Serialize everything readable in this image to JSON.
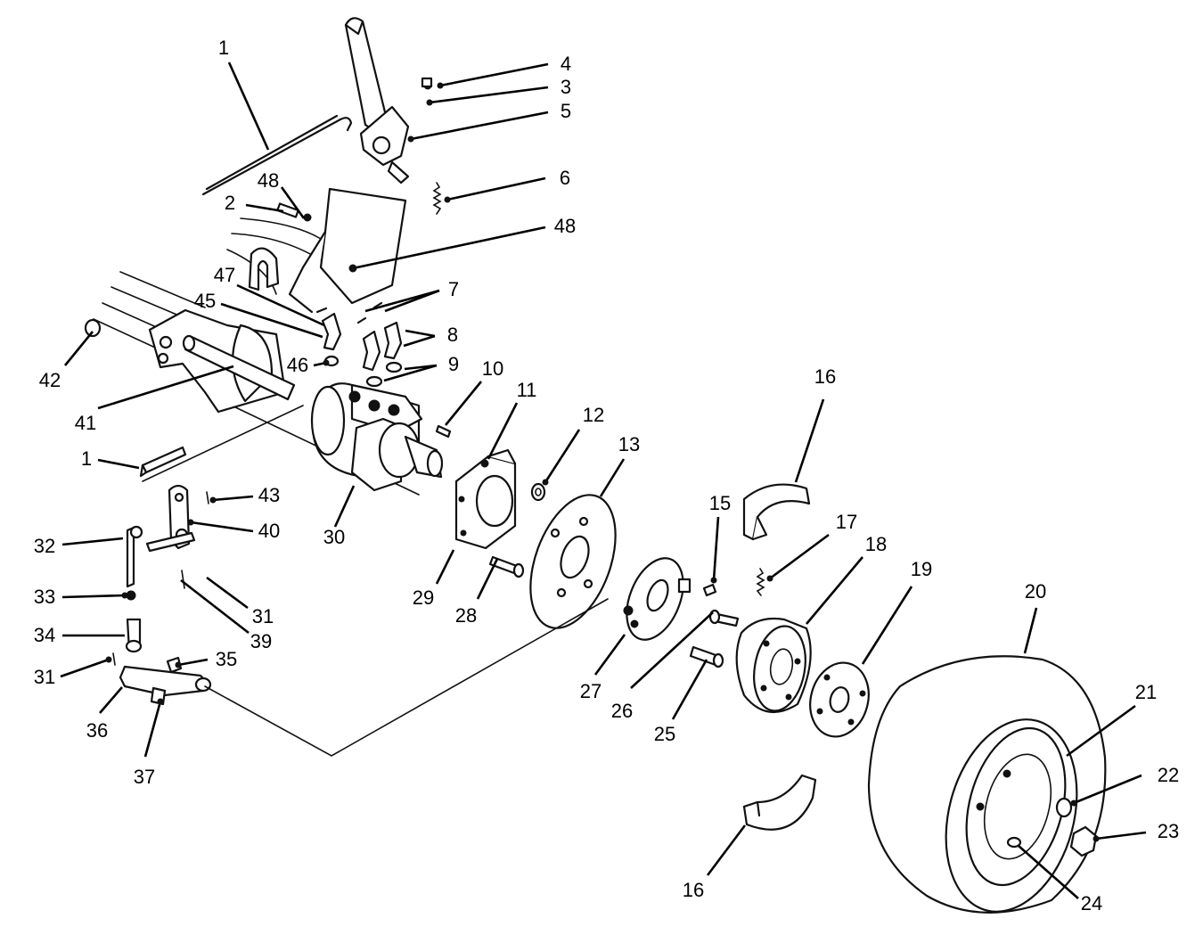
{
  "callouts": [
    {
      "id": "c1a",
      "text": "1"
    },
    {
      "id": "c2",
      "text": "2"
    },
    {
      "id": "c3",
      "text": "3"
    },
    {
      "id": "c4",
      "text": "4"
    },
    {
      "id": "c5",
      "text": "5"
    },
    {
      "id": "c6",
      "text": "6"
    },
    {
      "id": "c48a",
      "text": "48"
    },
    {
      "id": "c48b",
      "text": "48"
    },
    {
      "id": "c7",
      "text": "7"
    },
    {
      "id": "c8",
      "text": "8"
    },
    {
      "id": "c9",
      "text": "9"
    },
    {
      "id": "c10",
      "text": "10"
    },
    {
      "id": "c11",
      "text": "11"
    },
    {
      "id": "c12",
      "text": "12"
    },
    {
      "id": "c13",
      "text": "13"
    },
    {
      "id": "c16a",
      "text": "16"
    },
    {
      "id": "c15",
      "text": "15"
    },
    {
      "id": "c17",
      "text": "17"
    },
    {
      "id": "c18",
      "text": "18"
    },
    {
      "id": "c19",
      "text": "19"
    },
    {
      "id": "c20",
      "text": "20"
    },
    {
      "id": "c21",
      "text": "21"
    },
    {
      "id": "c22",
      "text": "22"
    },
    {
      "id": "c23",
      "text": "23"
    },
    {
      "id": "c24",
      "text": "24"
    },
    {
      "id": "c16b",
      "text": "16"
    },
    {
      "id": "c25",
      "text": "25"
    },
    {
      "id": "c26",
      "text": "26"
    },
    {
      "id": "c27",
      "text": "27"
    },
    {
      "id": "c28",
      "text": "28"
    },
    {
      "id": "c29",
      "text": "29"
    },
    {
      "id": "c30",
      "text": "30"
    },
    {
      "id": "c47",
      "text": "47"
    },
    {
      "id": "c45",
      "text": "45"
    },
    {
      "id": "c46",
      "text": "46"
    },
    {
      "id": "c42",
      "text": "42"
    },
    {
      "id": "c41",
      "text": "41"
    },
    {
      "id": "c1b",
      "text": "1"
    },
    {
      "id": "c43",
      "text": "43"
    },
    {
      "id": "c40",
      "text": "40"
    },
    {
      "id": "c32",
      "text": "32"
    },
    {
      "id": "c33",
      "text": "33"
    },
    {
      "id": "c31a",
      "text": "31"
    },
    {
      "id": "c39",
      "text": "39"
    },
    {
      "id": "c34",
      "text": "34"
    },
    {
      "id": "c35",
      "text": "35"
    },
    {
      "id": "c31b",
      "text": "31"
    },
    {
      "id": "c36",
      "text": "36"
    },
    {
      "id": "c37",
      "text": "37"
    }
  ]
}
